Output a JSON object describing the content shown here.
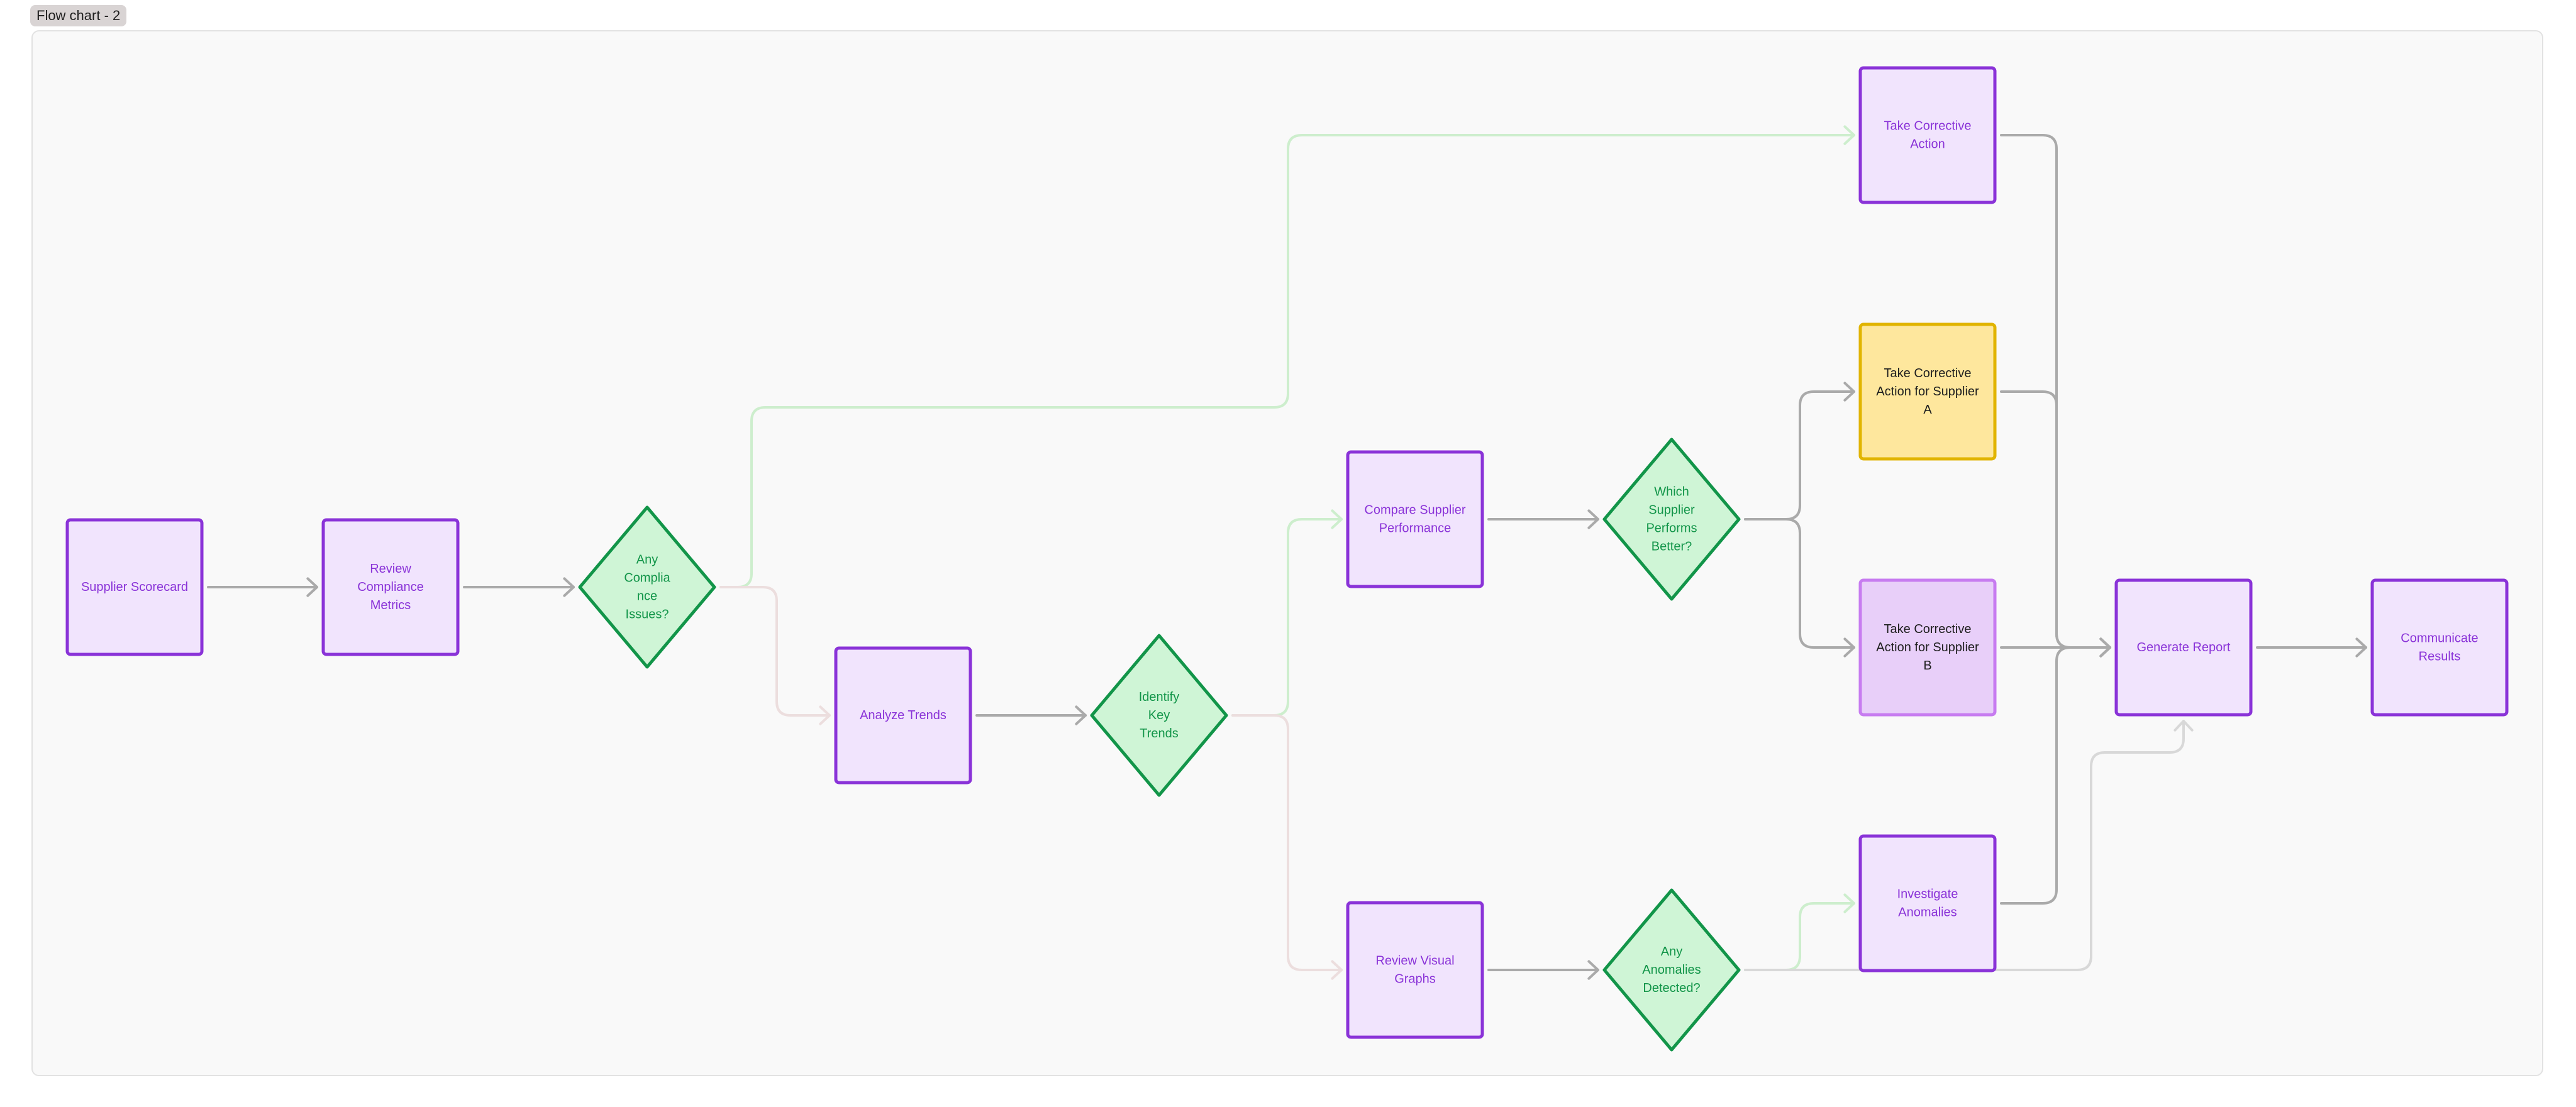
{
  "frame": {
    "title": "Flow chart - 2"
  },
  "colors": {
    "box_fill": "#f1e4fd",
    "box_stroke": "#8a33d8",
    "box_text": "#8a33d8",
    "diamond_fill": "#cff5d6",
    "diamond_stroke": "#129549",
    "diamond_text": "#129549",
    "yellow_fill": "#fee79d",
    "yellow_stroke": "#e1b400",
    "lilac_fill": "#e8cff9",
    "lilac_stroke": "#c77cf0",
    "dark_text": "#1f1f1f",
    "edge_gray": "#aaaaaa",
    "edge_green": "#cdeecd",
    "edge_pink": "#ecdede",
    "edge_light": "#d8d8d8"
  },
  "nodes": [
    {
      "id": "supplier-scorecard",
      "shape": "box",
      "lines": [
        "Supplier Scorecard"
      ]
    },
    {
      "id": "review-compliance-metrics",
      "shape": "box",
      "lines": [
        "Review",
        "Compliance",
        "Metrics"
      ]
    },
    {
      "id": "any-compliance-issues",
      "shape": "diamond",
      "lines": [
        "Any",
        "Complia",
        "nce",
        "Issues?"
      ]
    },
    {
      "id": "analyze-trends",
      "shape": "box",
      "lines": [
        "Analyze Trends"
      ]
    },
    {
      "id": "identify-key-trends",
      "shape": "diamond",
      "lines": [
        "Identify",
        "Key",
        "Trends"
      ]
    },
    {
      "id": "compare-supplier-performance",
      "shape": "box",
      "lines": [
        "Compare Supplier",
        "Performance"
      ]
    },
    {
      "id": "which-supplier-performs-better",
      "shape": "diamond",
      "lines": [
        "Which",
        "Supplier",
        "Performs",
        "Better?"
      ]
    },
    {
      "id": "take-corrective-action",
      "shape": "box",
      "lines": [
        "Take Corrective",
        "Action"
      ]
    },
    {
      "id": "take-corrective-action-a",
      "shape": "box",
      "style": "yellow",
      "lines": [
        "Take Corrective",
        "Action for Supplier",
        "A"
      ]
    },
    {
      "id": "take-corrective-action-b",
      "shape": "box",
      "style": "lilac",
      "lines": [
        "Take Corrective",
        "Action for Supplier",
        "B"
      ]
    },
    {
      "id": "review-visual-graphs",
      "shape": "box",
      "lines": [
        "Review Visual",
        "Graphs"
      ]
    },
    {
      "id": "any-anomalies-detected",
      "shape": "diamond",
      "lines": [
        "Any",
        "Anomalies",
        "Detected?"
      ]
    },
    {
      "id": "investigate-anomalies",
      "shape": "box",
      "lines": [
        "Investigate",
        "Anomalies"
      ]
    },
    {
      "id": "generate-report",
      "shape": "box",
      "lines": [
        "Generate Report"
      ]
    },
    {
      "id": "communicate-results",
      "shape": "box",
      "lines": [
        "Communicate",
        "Results"
      ]
    }
  ],
  "edges": [
    {
      "from": "supplier-scorecard",
      "to": "review-compliance-metrics",
      "tone": "gray"
    },
    {
      "from": "review-compliance-metrics",
      "to": "any-compliance-issues",
      "tone": "gray"
    },
    {
      "from": "any-compliance-issues",
      "to": "take-corrective-action",
      "tone": "green"
    },
    {
      "from": "any-compliance-issues",
      "to": "analyze-trends",
      "tone": "pink"
    },
    {
      "from": "analyze-trends",
      "to": "identify-key-trends",
      "tone": "gray"
    },
    {
      "from": "identify-key-trends",
      "to": "compare-supplier-performance",
      "tone": "green"
    },
    {
      "from": "identify-key-trends",
      "to": "review-visual-graphs",
      "tone": "pink"
    },
    {
      "from": "compare-supplier-performance",
      "to": "which-supplier-performs-better",
      "tone": "gray"
    },
    {
      "from": "which-supplier-performs-better",
      "to": "take-corrective-action-a",
      "tone": "gray"
    },
    {
      "from": "which-supplier-performs-better",
      "to": "take-corrective-action-b",
      "tone": "gray"
    },
    {
      "from": "review-visual-graphs",
      "to": "any-anomalies-detected",
      "tone": "gray"
    },
    {
      "from": "any-anomalies-detected",
      "to": "investigate-anomalies",
      "tone": "green"
    },
    {
      "from": "any-anomalies-detected",
      "to": "generate-report",
      "tone": "light"
    },
    {
      "from": "take-corrective-action",
      "to": "generate-report",
      "tone": "gray"
    },
    {
      "from": "take-corrective-action-a",
      "to": "generate-report",
      "tone": "gray"
    },
    {
      "from": "take-corrective-action-b",
      "to": "generate-report",
      "tone": "gray"
    },
    {
      "from": "investigate-anomalies",
      "to": "generate-report",
      "tone": "gray"
    },
    {
      "from": "generate-report",
      "to": "communicate-results",
      "tone": "gray"
    }
  ]
}
